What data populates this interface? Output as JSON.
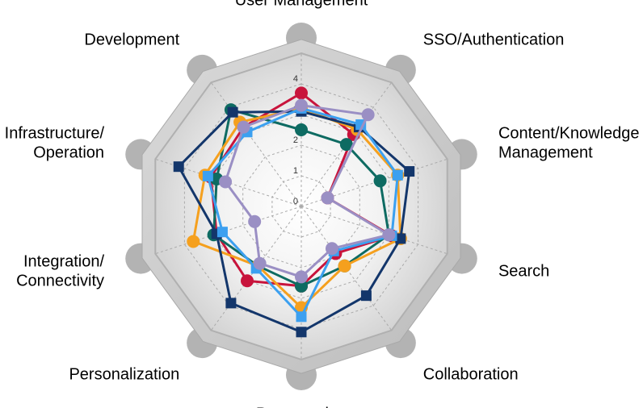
{
  "chart_data": {
    "type": "radar",
    "axes": [
      "User Management",
      "SSO/Authentication",
      "Content/Knowledge Management",
      "Search",
      "Collaboration",
      "Presentation",
      "Personalization",
      "Integration/Connectivity",
      "Infrastructure/Operation",
      "Development"
    ],
    "axis_label_lines": [
      [
        "User Management"
      ],
      [
        "SSO/Authentication"
      ],
      [
        "Content/Knowledge",
        "Management"
      ],
      [
        "Search"
      ],
      [
        "Collaboration"
      ],
      [
        "Presentation"
      ],
      [
        "Personalization"
      ],
      [
        "Integration/",
        "Connectivity"
      ],
      [
        "Infrastructure/",
        "Operation"
      ],
      [
        "Development"
      ]
    ],
    "ticks": [
      "0",
      "1",
      "2",
      "3",
      "4"
    ],
    "range": [
      0,
      5
    ],
    "grid": true,
    "legend": false,
    "series": [
      {
        "color": "#c8143c",
        "marker": "circle",
        "values": [
          3.7,
          2.9,
          0.9,
          3.1,
          1.9,
          2.6,
          3.0,
          2.9,
          3.1,
          3.2
        ]
      },
      {
        "color": "#0e6b62",
        "marker": "circle",
        "values": [
          2.5,
          2.5,
          2.7,
          3.0,
          2.4,
          2.6,
          2.4,
          3.0,
          2.9,
          3.9
        ]
      },
      {
        "color": "#f5a01e",
        "marker": "circle",
        "values": [
          3.2,
          3.1,
          3.3,
          3.4,
          2.4,
          3.3,
          2.4,
          3.7,
          3.3,
          3.4
        ]
      },
      {
        "color": "#13366b",
        "marker": "square",
        "values": [
          3.1,
          3.2,
          3.7,
          3.4,
          3.6,
          4.1,
          3.9,
          2.9,
          4.2,
          3.8
        ]
      },
      {
        "color": "#3ca0f0",
        "marker": "square",
        "values": [
          3.2,
          3.3,
          3.3,
          3.1,
          1.8,
          3.6,
          2.5,
          2.7,
          3.2,
          3.0
        ]
      },
      {
        "color": "#9a8fc4",
        "marker": "circle",
        "values": [
          3.3,
          3.7,
          0.9,
          3.0,
          1.7,
          2.3,
          2.3,
          1.6,
          2.6,
          3.2
        ]
      }
    ]
  }
}
